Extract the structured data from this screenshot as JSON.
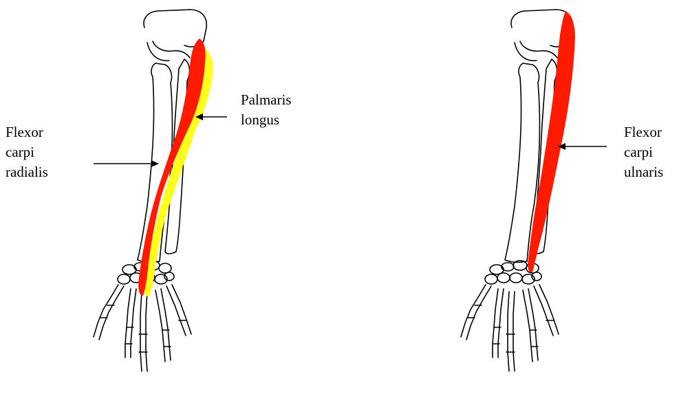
{
  "labels": {
    "flexor_carpi_radialis": "Flexor\ncarpi\nradialis",
    "palmaris_longus": "Palmaris\nlongus",
    "flexor_carpi_ulnaris": "Flexor\ncarpi\nulnaris"
  },
  "colors": {
    "muscle_red": "#ff1a00",
    "muscle_yellow": "#ffff1f",
    "bone_outline": "#000000",
    "background": "#ffffff"
  }
}
